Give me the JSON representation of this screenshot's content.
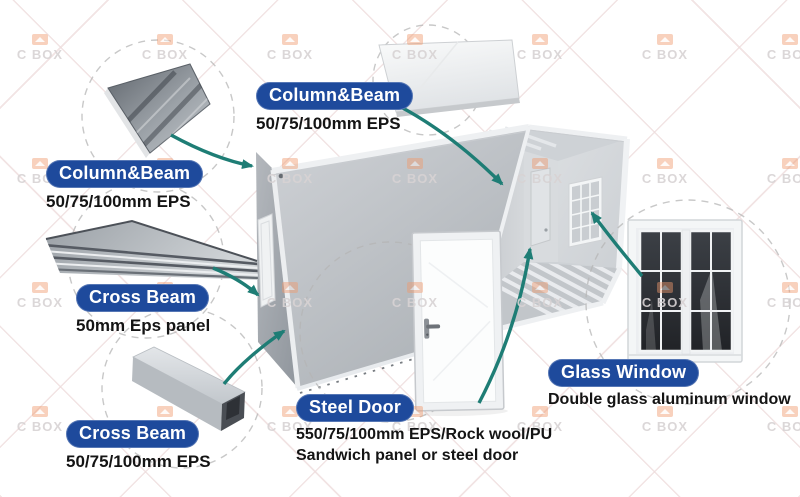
{
  "watermark": {
    "text": "C BOX"
  },
  "colors": {
    "pill_blue": "#1e4a9c",
    "arrow_teal": "#1e7d75",
    "label_text": "#141414",
    "watermark_text": "#d8d3d4",
    "watermark_icon": "#f09a6e"
  },
  "callouts": [
    {
      "title": "Column&Beam",
      "subtitle": "50/75/100mm EPS"
    },
    {
      "title": "Column&Beam",
      "subtitle": "50/75/100mm EPS"
    },
    {
      "title": "Cross Beam",
      "subtitle": "50mm Eps panel"
    },
    {
      "title": "Cross Beam",
      "subtitle": "50/75/100mm EPS"
    },
    {
      "title": "Steel Door",
      "subtitle": "550/75/100mm EPS/Rock wool/PU",
      "subtitle2": "Sandwich panel or steel door"
    },
    {
      "title": "Glass Window",
      "subtitle": "Double glass aluminum window"
    }
  ]
}
